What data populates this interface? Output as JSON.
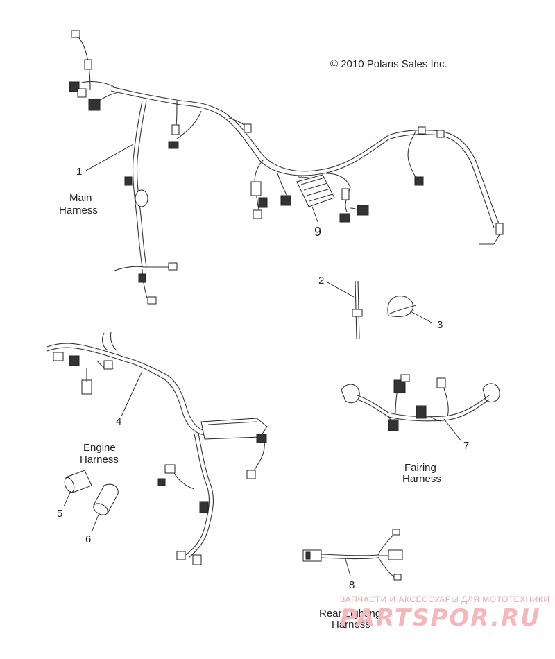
{
  "copyright": "© 2010 Polaris Sales Inc.",
  "parts": [
    {
      "num": "1",
      "label_lines": [
        "Main",
        "Harness"
      ]
    },
    {
      "num": "2",
      "label_lines": []
    },
    {
      "num": "3",
      "label_lines": []
    },
    {
      "num": "4",
      "label_lines": []
    },
    {
      "num": "5",
      "label_lines": []
    },
    {
      "num": "6",
      "label_lines": []
    },
    {
      "num": "7",
      "label_lines": []
    },
    {
      "num": "8",
      "label_lines": []
    },
    {
      "num": "9",
      "label_lines": []
    }
  ],
  "group_labels": {
    "engine": [
      "Engine",
      "Harness"
    ],
    "fairing": [
      "Fairing",
      "Harness"
    ],
    "rear": [
      "Rear Lighting",
      "Harness"
    ]
  },
  "watermark": {
    "tagline": "ЗАПЧАСТИ И АКСЕССУАРЫ ДЛЯ МОТОТЕХНИКИ",
    "brand": "PARTSPOR.RU"
  }
}
